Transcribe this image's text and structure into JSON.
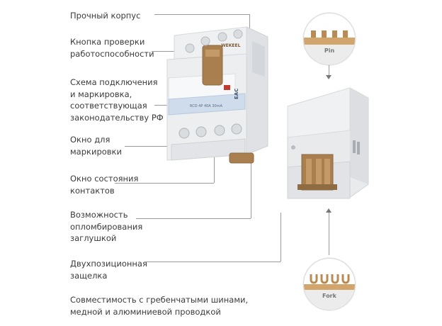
{
  "features": [
    {
      "lines": [
        "Прочный корпус"
      ]
    },
    {
      "lines": [
        "Кнопка проверки",
        "работоспособности"
      ]
    },
    {
      "lines": [
        "Схема подключения",
        "и маркировка,",
        "соответствующая",
        "законодательству РФ"
      ]
    },
    {
      "lines": [
        "Окно для",
        "маркировки"
      ]
    },
    {
      "lines": [
        "Окно состояния",
        "контактов"
      ]
    },
    {
      "lines": [
        "Возможность",
        "опломбирования",
        "заглушкой"
      ]
    },
    {
      "lines": [
        "Двухпозиционная",
        "защелка"
      ]
    },
    {
      "lines": [
        "Совместимость с гребенчатыми шинами,",
        "медной и алюминиевой проводкой"
      ]
    }
  ],
  "device": {
    "brand": "WEKEEL",
    "model_text": "RCD 4P 40A 30mA",
    "marking": "EAC"
  },
  "busbars": {
    "pin_label": "Pin",
    "fork_label": "Fork"
  },
  "colors": {
    "accent_brown": "#a97f4f",
    "body_gray": "#e9eaec",
    "stripe_blue": "#cfdcec",
    "test_button_red": "#c23a2e"
  }
}
